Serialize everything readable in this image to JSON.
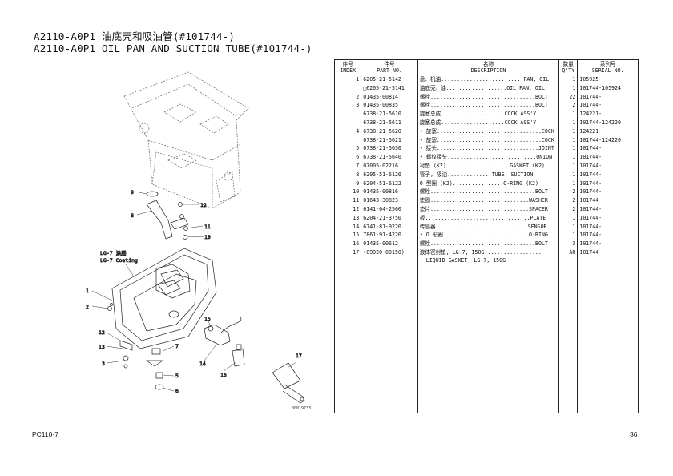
{
  "title": {
    "line1": "A2110-A0P1 油底壳和吸油管(#101744-)",
    "line2": "A2110-A0P1 OIL PAN AND SUCTION TUBE(#101744-)"
  },
  "diagram": {
    "coating_label_cn": "LG-7 涂层",
    "coating_label_en": "LG-7 Coating",
    "figure_code": "00019733",
    "callouts": [
      "9",
      "8",
      "12",
      "11",
      "10",
      "1",
      "2",
      "12",
      "13",
      "3",
      "7",
      "5",
      "6",
      "15",
      "14",
      "16",
      "17"
    ]
  },
  "table": {
    "headers": {
      "index_cn": "序号",
      "index_en": "INDEX",
      "part_cn": "件号",
      "part_en": "PART NO.",
      "desc_cn": "名称",
      "desc_en": "DESCRIPTION",
      "qty_cn": "数量",
      "qty_en": "Q'TY",
      "serial_cn": "系列号",
      "serial_en": "SERIAL NO."
    },
    "rows": [
      {
        "index": "1",
        "part": "6205-21-5142",
        "desc": "盘、机油..........................PAN, OIL",
        "qty": "1",
        "serial": "105925-"
      },
      {
        "index": "",
        "part": "□6205-21-5141",
        "desc": "油底壳、油...................OIL PAN, OIL",
        "qty": "1",
        "serial": "101744-105924"
      },
      {
        "index": "2",
        "part": "01435-00814",
        "desc": "螺栓.................................BOLT",
        "qty": "22",
        "serial": "101744-"
      },
      {
        "index": "3",
        "part": "01435-00835",
        "desc": "螺栓.................................BOLT",
        "qty": "2",
        "serial": "101744-"
      },
      {
        "index": "",
        "part": "6738-21-5610",
        "desc": "旋塞总成....................COCK ASS'Y",
        "qty": "1",
        "serial": "124221-"
      },
      {
        "index": "",
        "part": "6738-21-5611",
        "desc": "旋塞总成....................COCK ASS'Y",
        "qty": "1",
        "serial": "101744-124220"
      },
      {
        "index": "4",
        "part": "6738-21-5620",
        "desc": "• 旋塞.................................COCK",
        "qty": "1",
        "serial": "124221-"
      },
      {
        "index": "",
        "part": "6738-21-5621",
        "desc": "• 旋塞.................................COCK",
        "qty": "1",
        "serial": "101744-124220"
      },
      {
        "index": "5",
        "part": "6738-21-5630",
        "desc": "• 接头................................JOINT",
        "qty": "1",
        "serial": "101744-"
      },
      {
        "index": "6",
        "part": "6738-21-5640",
        "desc": "• 螺纹接头............................UNION",
        "qty": "1",
        "serial": "101744-"
      },
      {
        "index": "7",
        "part": "07005-02216",
        "desc": "衬垫 (K2)....................GASKET (K2)",
        "qty": "1",
        "serial": "101744-"
      },
      {
        "index": "8",
        "part": "6205-51-6120",
        "desc": "管子, 吸油..............TUBE, SUCTION",
        "qty": "1",
        "serial": "101744-"
      },
      {
        "index": "9",
        "part": "6204-51-6122",
        "desc": "O 型圈 (K2)................O-RING (K2)",
        "qty": "1",
        "serial": "101744-"
      },
      {
        "index": "10",
        "part": "01435-00816",
        "desc": "螺栓.................................BOLT",
        "qty": "2",
        "serial": "101744-"
      },
      {
        "index": "11",
        "part": "01643-30823",
        "desc": "垫圈...............................WASHER",
        "qty": "2",
        "serial": "101744-"
      },
      {
        "index": "12",
        "part": "6141-64-2560",
        "desc": "垫片...............................SPACER",
        "qty": "2",
        "serial": "101744-"
      },
      {
        "index": "13",
        "part": "6204-21-3750",
        "desc": "板.................................PLATE",
        "qty": "1",
        "serial": "101744-"
      },
      {
        "index": "14",
        "part": "6741-81-9220",
        "desc": "传感器.............................SENSOR",
        "qty": "1",
        "serial": "101744-"
      },
      {
        "index": "15",
        "part": "7861-91-4220",
        "desc": "• O 形圈...........................O-RING",
        "qty": "1",
        "serial": "101744-"
      },
      {
        "index": "16",
        "part": "01435-00612",
        "desc": "螺栓.................................BOLT",
        "qty": "3",
        "serial": "101744-"
      },
      {
        "index": "17",
        "part": "(09920-00150)",
        "desc": "液体密封垫, LG-7, 150G..................",
        "desc2": "LIQUID GASKET, LG-7, 150G",
        "qty": "AR",
        "serial": "101744-"
      }
    ]
  },
  "footer": {
    "model": "PC110-7",
    "page": "36"
  }
}
